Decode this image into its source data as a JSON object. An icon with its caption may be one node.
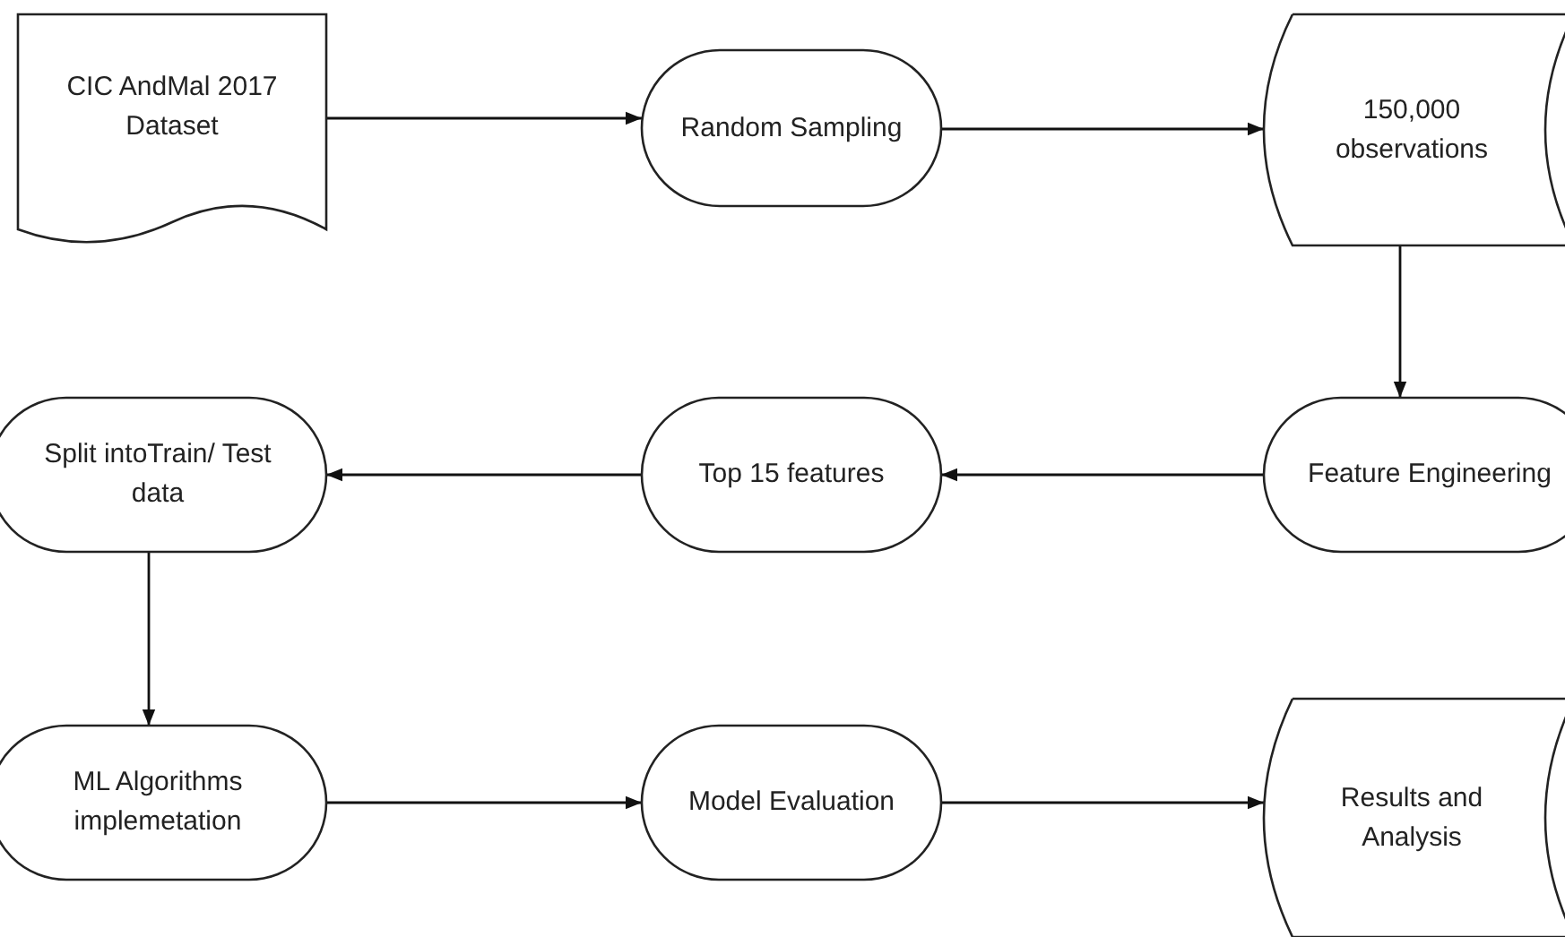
{
  "diagram": {
    "nodes": [
      {
        "text": [
          "CIC AndMal 2017 Dataset"
        ]
      },
      {
        "text": [
          "Random Sampling"
        ]
      },
      {
        "text": [
          "150,000 observations"
        ]
      },
      {
        "text": [
          "Feature Engineering"
        ]
      },
      {
        "text": [
          "Top 15 features"
        ]
      },
      {
        "text": [
          "Split intoTrain/ Test data"
        ]
      },
      {
        "text": [
          "ML Algorithms implemetation"
        ]
      },
      {
        "text": [
          "Model Evaluation"
        ]
      },
      {
        "text": [
          "Results and Analysis"
        ]
      }
    ],
    "edges": [
      {
        "from": 0,
        "to": 1,
        "arrow": "to"
      },
      {
        "from": 1,
        "to": 2,
        "arrow": "to"
      },
      {
        "from": 2,
        "to": 3,
        "arrow": "to"
      },
      {
        "from": 3,
        "to": 4,
        "arrow": "to"
      },
      {
        "from": 4,
        "to": 5,
        "arrow": "to"
      },
      {
        "from": 5,
        "to": 6,
        "arrow": "to"
      },
      {
        "from": 6,
        "to": 7,
        "arrow": "to"
      },
      {
        "from": 7,
        "to": 8,
        "arrow": "to"
      }
    ]
  }
}
